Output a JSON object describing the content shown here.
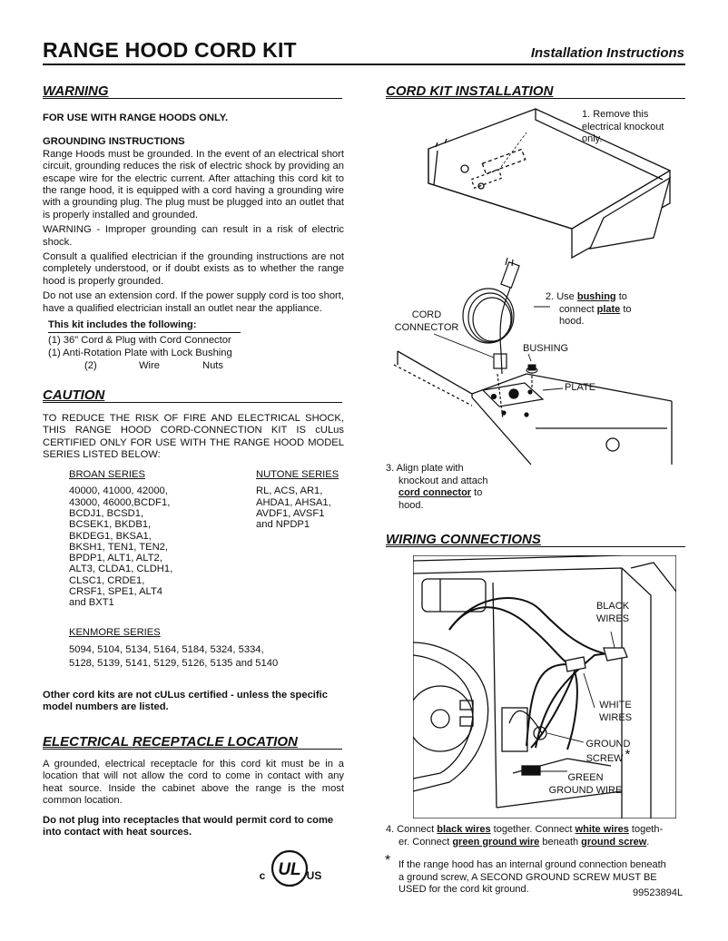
{
  "header": {
    "title": "RANGE HOOD CORD KIT",
    "subtitle": "Installation Instructions"
  },
  "warning": {
    "heading": "WARNING",
    "for_use": "FOR USE WITH RANGE HOODS ONLY.",
    "grounding_heading": "GROUNDING INSTRUCTIONS",
    "para1": "Range Hoods must be grounded. In the event of an electrical short circuit, grounding reduces the risk of electric shock by providing an escape wire for the electric current. After attaching this cord kit to the range hood, it is equipped with a cord having a grounding wire with a grounding plug. The plug must be plugged into an outlet that is properly installed and grounded.",
    "para2": "WARNING - Improper grounding can result in a risk of electric shock.",
    "para3": "Consult a qualified electrician if the grounding instructions are not completely understood, or if doubt exists as to whether the range hood is properly grounded.",
    "para4": "Do not use an extension cord. If the power supply cord is too short, have a qualified electrician install an outlet near the appliance.",
    "kit_heading": "This kit includes the following:",
    "kit_items": [
      "(1) 36\" Cord & Plug with Cord Connector",
      "(1) Anti-Rotation Plate with Lock Bushing"
    ],
    "kit_row3": [
      "(2)",
      "Wire",
      "Nuts"
    ]
  },
  "caution": {
    "heading": "CAUTION",
    "text": "TO REDUCE THE RISK OF FIRE AND ELECTRICAL SHOCK, THIS RANGE HOOD CORD-CONNECTION KIT IS cULus CERTIFIED ONLY FOR USE WITH THE RANGE HOOD MODEL SERIES LISTED BELOW:",
    "broan_heading": "BROAN SERIES",
    "broan_lines": [
      "40000, 41000, 42000,",
      "43000, 46000,BCDF1,",
      "BCDJ1, BCSD1,",
      "BCSEK1, BKDB1,",
      "BKDEG1, BKSA1,",
      "BKSH1, TEN1, TEN2,",
      "BPDP1, ALT1, ALT2,",
      "ALT3, CLDA1, CLDH1,",
      "CLSC1, CRDE1,",
      "CRSF1, SPE1, ALT4",
      "and BXT1"
    ],
    "nutone_heading": "NUTONE SERIES",
    "nutone_lines": [
      "RL, ACS, AR1,",
      "AHDA1, AHSA1,",
      "AVDF1, AVSF1",
      "and NPDP1"
    ],
    "kenmore_heading": "KENMORE SERIES",
    "kenmore_lines": [
      "5094, 5104, 5134, 5164, 5184, 5324, 5334,",
      "5128, 5139, 5141, 5129, 5126, 5135 and 5140"
    ],
    "other_kits": "Other cord kits are not cULus certified - unless the specific model numbers are listed."
  },
  "receptacle": {
    "heading": "ELECTRICAL RECEPTACLE LOCATION",
    "text": "A grounded, electrical receptacle for this cord kit must be in a location that will not allow the cord to come in contact with any heat source. Inside the cabinet above the range is the most common location.",
    "bold_text": "Do not plug into receptacles that would permit cord to come into contact with heat sources."
  },
  "logo": {
    "left": "c",
    "center": "UL",
    "right": "US"
  },
  "install": {
    "heading": "CORD KIT INSTALLATION",
    "step1": [
      "1.  Remove  this",
      "electrical knockout",
      "only."
    ],
    "step2_pre": "2.  Use ",
    "step2_bushing": "bushing",
    "step2_mid": " to",
    "step2_line2_pre": "connect ",
    "step2_plate": "plate",
    "step2_line2_post": " to",
    "step2_line3": "hood.",
    "cord_connector_label": [
      "CORD",
      "CONNECTOR"
    ],
    "bushing_label": "BUSHING",
    "plate_label": "PLATE",
    "step3_line1": "3.  Align plate with",
    "step3_line2": "knockout and attach",
    "step3_cord": "cord connector",
    "step3_to": " to",
    "step3_line4": "hood."
  },
  "wiring": {
    "heading": "WIRING CONNECTIONS",
    "black_wires": [
      "BLACK",
      "WIRES"
    ],
    "white_wires": [
      "WHITE",
      "WIRES"
    ],
    "ground_screw": [
      "GROUND",
      "SCREW"
    ],
    "asterisk": "*",
    "green_ground": [
      "GREEN",
      "GROUND WIRE"
    ],
    "step4_pre": "4.  Connect ",
    "step4_black": "black wires",
    "step4_mid": " together. Connect ",
    "step4_white": "white wires",
    "step4_post": " togeth-",
    "step4_l2_pre": "er. Connect ",
    "step4_green": "green ground wire",
    "step4_l2_mid": " beneath ",
    "step4_ground": "ground screw",
    "step4_l2_end": ".",
    "note_star": "*",
    "note_lines": [
      "If the range hood has an internal ground connection beneath",
      "a ground screw, A SECOND GROUND SCREW MUST BE",
      "USED for the cord kit ground."
    ],
    "part_number": "99523894L"
  }
}
